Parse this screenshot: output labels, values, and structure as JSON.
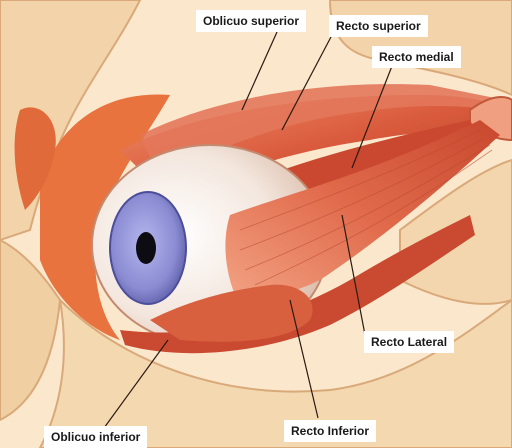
{
  "labels": {
    "oblicuo_superior": "Oblicuo superior",
    "recto_superior": "Recto superior",
    "recto_medial": "Recto medial",
    "recto_lateral": "Recto Lateral",
    "recto_inferior": "Recto Inferior",
    "oblicuo_inferior": "Oblicuo inferior"
  },
  "colors": {
    "background": "#fbe6c9",
    "bone": "#f2d2a6",
    "muscle": "#d9553a",
    "muscle_highlight": "#f08a63",
    "sclera": "#f5ece6",
    "iris": "#8f8fd6",
    "pupil": "#0c0c12",
    "leader_line": "#2a1a12"
  }
}
